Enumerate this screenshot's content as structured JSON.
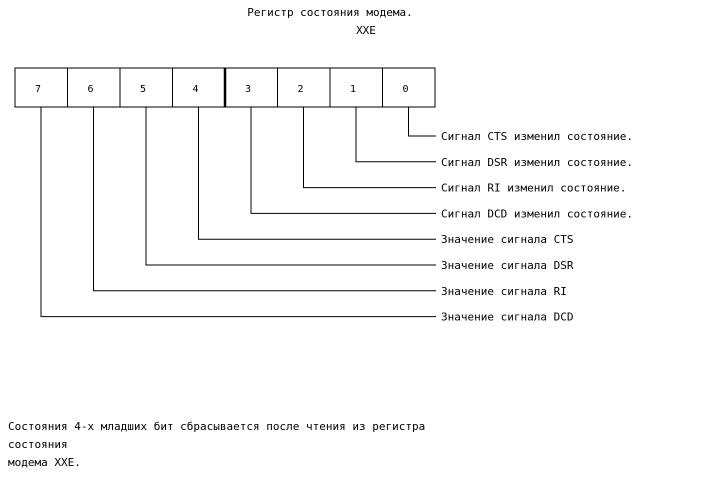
{
  "title": {
    "line1": "Регистр состояния модема.",
    "line2": "XXE"
  },
  "register": {
    "bits": [
      "7",
      "6",
      "5",
      "4",
      "3",
      "2",
      "1",
      "0"
    ]
  },
  "descriptions": [
    {
      "bit": "0",
      "label": "Сигнал CTS изменил состояние."
    },
    {
      "bit": "1",
      "label": "Сигнал DSR изменил состояние."
    },
    {
      "bit": "2",
      "label": "Сигнал RI изменил состояние."
    },
    {
      "bit": "3",
      "label": "Сигнал DCD изменил состояние."
    },
    {
      "bit": "4",
      "label": "Значение сигнала CTS"
    },
    {
      "bit": "5",
      "label": "Значение сигнала DSR"
    },
    {
      "bit": "6",
      "label": "Значение сигнала RI"
    },
    {
      "bit": "7",
      "label": "Значение сигнала DCD"
    }
  ],
  "note": {
    "line1": "Состояния 4-х младших бит сбрасывается после чтения из регистра состояния",
    "line2": "модема XXE."
  }
}
